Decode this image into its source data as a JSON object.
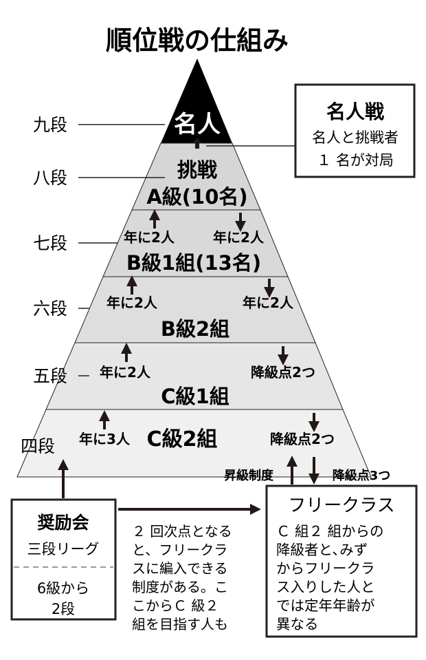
{
  "title": "順位戦の仕組み",
  "dan_labels": [
    "九段",
    "八段",
    "七段",
    "六段",
    "五段",
    "四段"
  ],
  "meijin": "名人",
  "meijinsen": {
    "title": "名人戦",
    "line1": "名人と挑戦者",
    "line2": "１ 名が対局"
  },
  "a_class": {
    "challenge": "挑戦",
    "name": "A級(10名)"
  },
  "b1_class": {
    "up": "年に2人",
    "down": "年に2人",
    "name": "B級1組(13名)"
  },
  "b2_class": {
    "up": "年に2人",
    "down": "年に2人",
    "name": "B級2組"
  },
  "c1_class": {
    "up": "年に2人",
    "down": "降級点2つ",
    "name": "C級1組"
  },
  "c2_class": {
    "up": "年に3人",
    "down": "降級点2つ",
    "name": "C級2組"
  },
  "free_arrows": {
    "up": "昇級制度",
    "down": "降級点3つ"
  },
  "shoreikai": {
    "title": "奨励会",
    "league": "三段リーグ",
    "from1": "6級から",
    "from2": "2段"
  },
  "middle_note": [
    "２ 回次点となる",
    "と、フリークラ",
    "スに編入できる",
    "制度がある。こ",
    "こからＣ 級２",
    "組を目指す人も"
  ],
  "free_class": {
    "title": "フリークラス",
    "body": [
      "Ｃ 組２ 組からの",
      "降級者と､みず",
      "からフリークラ",
      "ス入りした人と",
      "では定年年齢が",
      "異なる"
    ]
  },
  "colors": {
    "apex": "#000000",
    "band_a": "#d6d6d6",
    "band_b1": "#d9d9d9",
    "band_b2": "#dedede",
    "band_c1": "#e6e6e6",
    "band_c2": "#f0f0f0",
    "ink": "#231815"
  }
}
